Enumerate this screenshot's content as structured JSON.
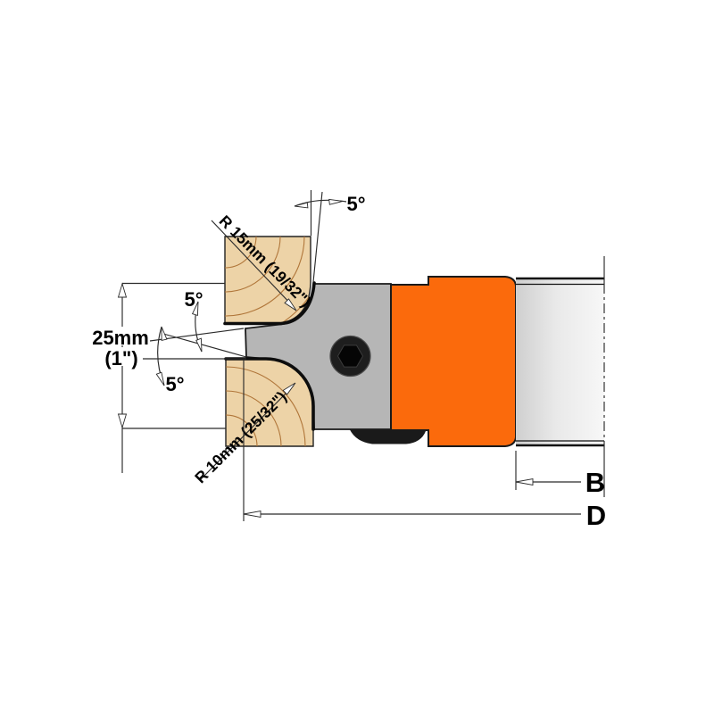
{
  "diagram": {
    "title": "cutter-head-profile-technical-drawing",
    "labels": {
      "dim_height": "25mm",
      "dim_height_alt": "(1\")",
      "angle_top": "5°",
      "angle_upper": "5°",
      "angle_lower": "5°",
      "radius_top": "R 15mm (19/32\")",
      "radius_bottom": "R 10mm (25/32\")",
      "bore_side": "B",
      "diameter": "D"
    },
    "colors": {
      "body_orange": "#FB6A0C",
      "plate_gray": "#B6B6B6",
      "wood_tan": "#EDD3A7",
      "grain_brown": "#B0763A",
      "knife_black": "#1A1A1A",
      "shank_light": "#E9E9E9",
      "outline": "#1A1A1A"
    }
  }
}
